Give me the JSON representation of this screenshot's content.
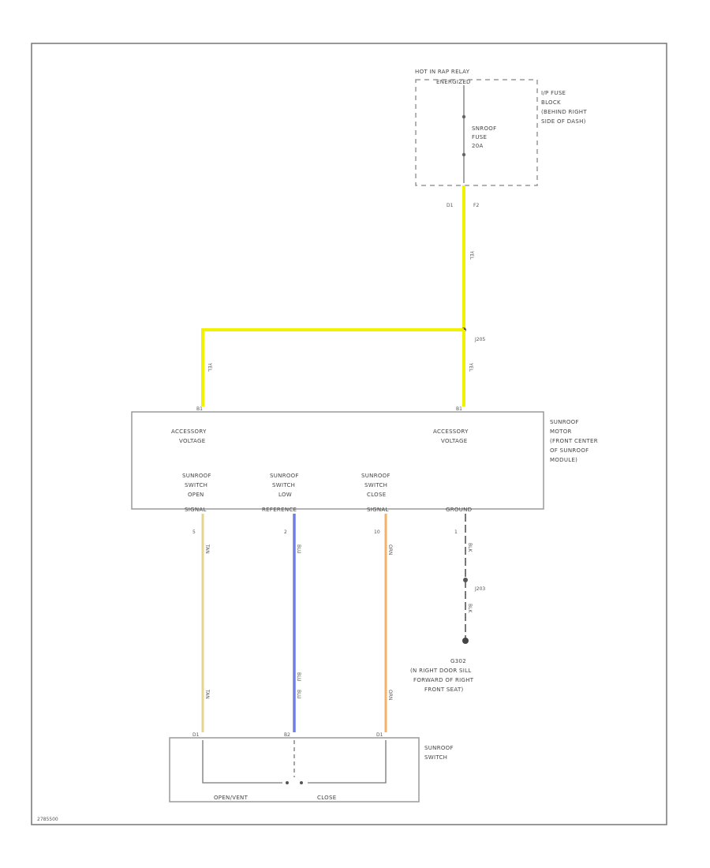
{
  "hot_relay": {
    "line1": "HOT IN RAP RELAY",
    "line2": "ENERGIZED"
  },
  "fuse": {
    "line1": "SNROOF",
    "line2": "FUSE",
    "line3": "20A",
    "terminals": [
      "D1",
      "F2"
    ]
  },
  "ip_fuse_block": {
    "lines": [
      "I/P FUSE",
      "BLOCK",
      "(BEHIND RIGHT",
      "SIDE OF DASH)"
    ]
  },
  "wire_color_yel": "YEL",
  "splice_top": "J205",
  "motor": {
    "name_lines": [
      "SUNROOF",
      "MOTOR",
      "(FRONT CENTER",
      "OF SUNROOF",
      "MODULE)"
    ],
    "left_accessory": [
      "ACCESSORY",
      "VOLTAGE"
    ],
    "right_accessory": [
      "ACCESSORY",
      "VOLTAGE"
    ],
    "pins": [
      {
        "label": [
          "SUNROOF",
          "SWITCH",
          "OPEN",
          "SIGNAL"
        ],
        "num": "5"
      },
      {
        "label": [
          "SUNROOF",
          "SWITCH",
          "LOW",
          "REFERENCE"
        ],
        "num": "2"
      },
      {
        "label": [
          "SUNROOF",
          "SWITCH",
          "CLOSE",
          "SIGNAL"
        ],
        "num": "10"
      },
      {
        "label": [
          "GROUND"
        ],
        "num": "1"
      }
    ],
    "acc_pins": [
      "B1",
      "B1"
    ]
  },
  "wire_labels": {
    "open": "TAN",
    "lowref": "BLU",
    "close": "ORN",
    "ground": "BLK"
  },
  "splice_ground": "J203",
  "ground_point": [
    "G302",
    "(N RIGHT DOOR SILL",
    "FORWARD OF RIGHT",
    "FRONT SEAT)"
  ],
  "switch": {
    "name_lines": [
      "SUNROOF",
      "SWITCH"
    ],
    "open_label": "OPEN/VENT",
    "close_label": "CLOSE",
    "pins": [
      "D1",
      "B2",
      "D1"
    ]
  },
  "figure_id": "2785500",
  "colors": {
    "border": "#777777",
    "yel": "#f2f200",
    "tan": "#e6d58e",
    "blu": "#6f7fe6",
    "orn": "#f6b06a",
    "blk": "#6a6a6a",
    "box": "#9a9a9a"
  }
}
